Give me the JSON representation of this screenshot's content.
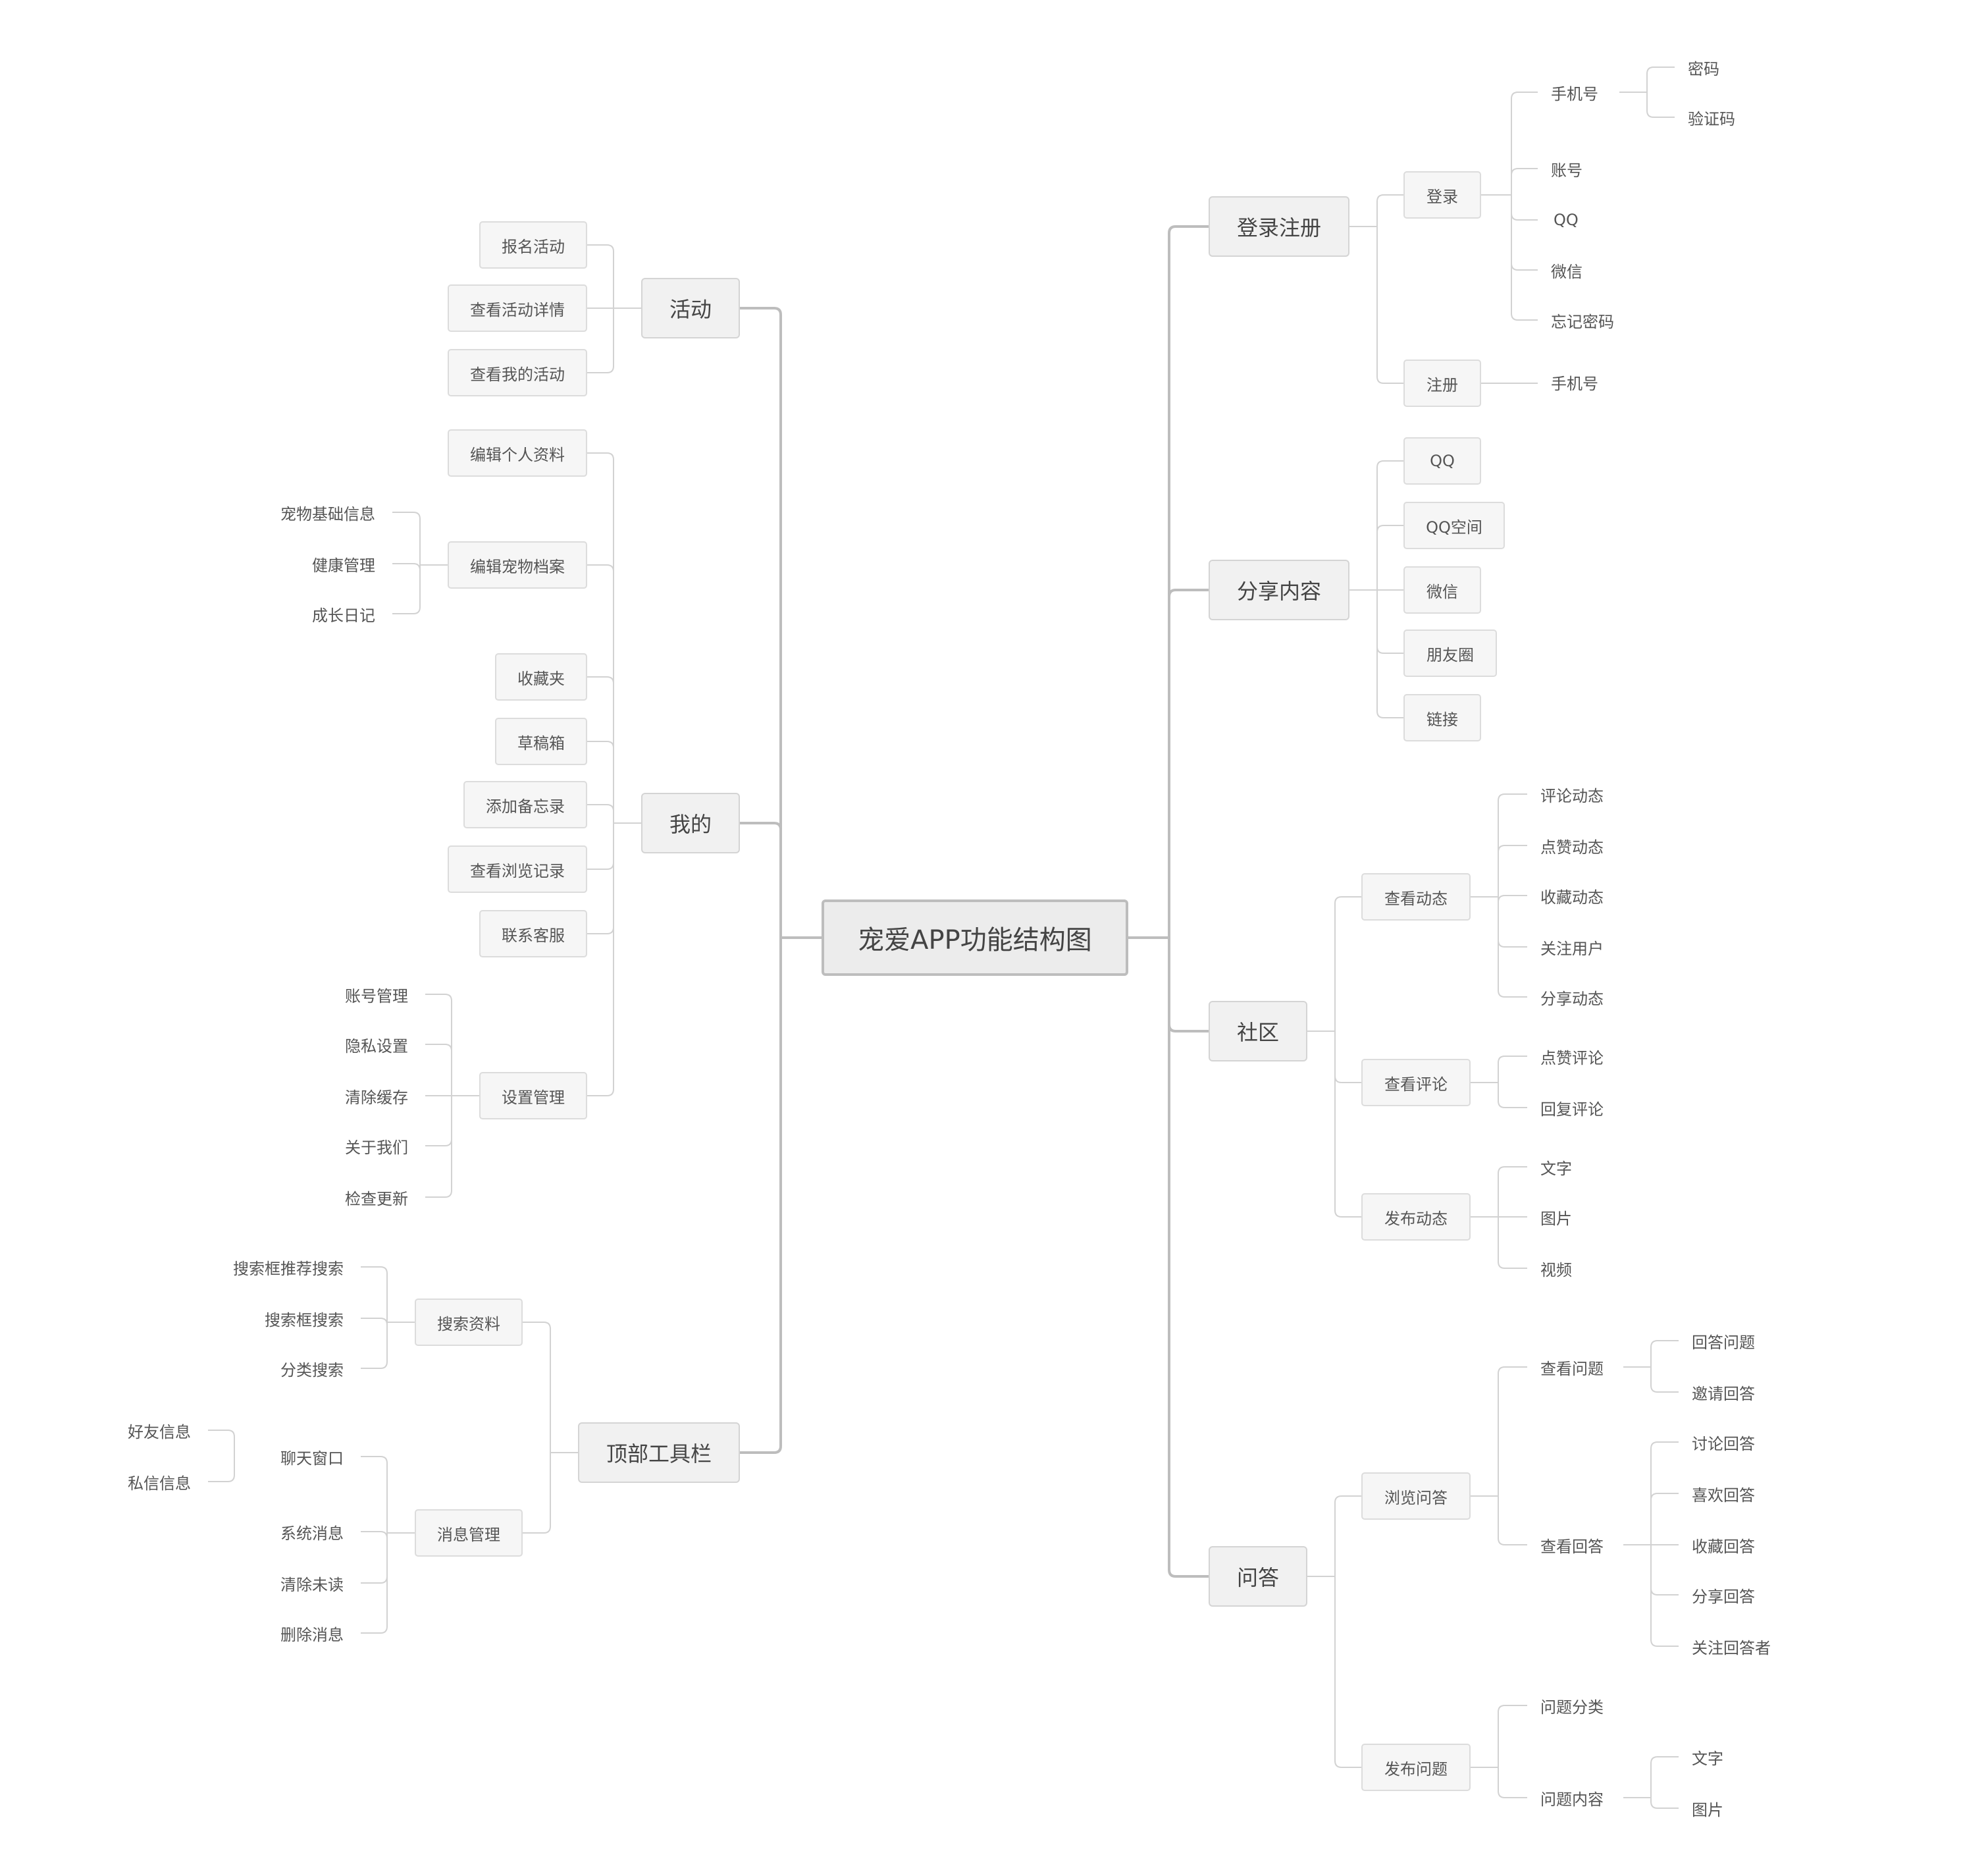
{
  "root": "宠爱APP功能结构图",
  "branches": {
    "login": {
      "label": "登录注册",
      "login": "登录",
      "register": "注册",
      "phone": "手机号",
      "password": "密码",
      "sms_code": "验证码",
      "account": "账号",
      "qq": "QQ",
      "wechat": "微信",
      "forgot": "忘记密码",
      "reg_phone": "手机号"
    },
    "share": {
      "label": "分享内容",
      "qq": "QQ",
      "qzone": "QQ空间",
      "wechat": "微信",
      "moments": "朋友圈",
      "link": "链接"
    },
    "community": {
      "label": "社区",
      "view_feed": "查看动态",
      "comment_feed": "评论动态",
      "like_feed": "点赞动态",
      "fav_feed": "收藏动态",
      "follow_user": "关注用户",
      "share_feed": "分享动态",
      "view_comments": "查看评论",
      "like_comment": "点赞评论",
      "reply_comment": "回复评论",
      "post_feed": "发布动态",
      "text": "文字",
      "image": "图片",
      "video": "视频"
    },
    "qa": {
      "label": "问答",
      "browse": "浏览问答",
      "view_questions": "查看问题",
      "answer_q": "回答问题",
      "invite_answer": "邀请回答",
      "view_answers": "查看回答",
      "discuss": "讨论回答",
      "like_answer": "喜欢回答",
      "fav_answer": "收藏回答",
      "share_answer": "分享回答",
      "follow_answerer": "关注回答者",
      "post_question": "发布问题",
      "category": "问题分类",
      "content": "问题内容",
      "text": "文字",
      "image": "图片"
    },
    "activity": {
      "label": "活动",
      "signup": "报名活动",
      "details": "查看活动详情",
      "mine": "查看我的活动"
    },
    "mine": {
      "label": "我的",
      "edit_profile": "编辑个人资料",
      "edit_pet": "编辑宠物档案",
      "pet_basic": "宠物基础信息",
      "health": "健康管理",
      "growth": "成长日记",
      "favorites": "收藏夹",
      "drafts": "草稿箱",
      "memo": "添加备忘录",
      "history": "查看浏览记录",
      "service": "联系客服",
      "settings": "设置管理",
      "account_mgmt": "账号管理",
      "privacy": "隐私设置",
      "clear_cache": "清除缓存",
      "about": "关于我们",
      "update": "检查更新"
    },
    "toolbar": {
      "label": "顶部工具栏",
      "search": "搜索资料",
      "search_rec": "搜索框推荐搜索",
      "search_box": "搜索框搜索",
      "category_search": "分类搜索",
      "messages": "消息管理",
      "chat": "聊天窗口",
      "friend_info": "好友信息",
      "private_msg": "私信信息",
      "system_msg": "系统消息",
      "clear_unread": "清除未读",
      "delete_msg": "删除消息"
    }
  }
}
